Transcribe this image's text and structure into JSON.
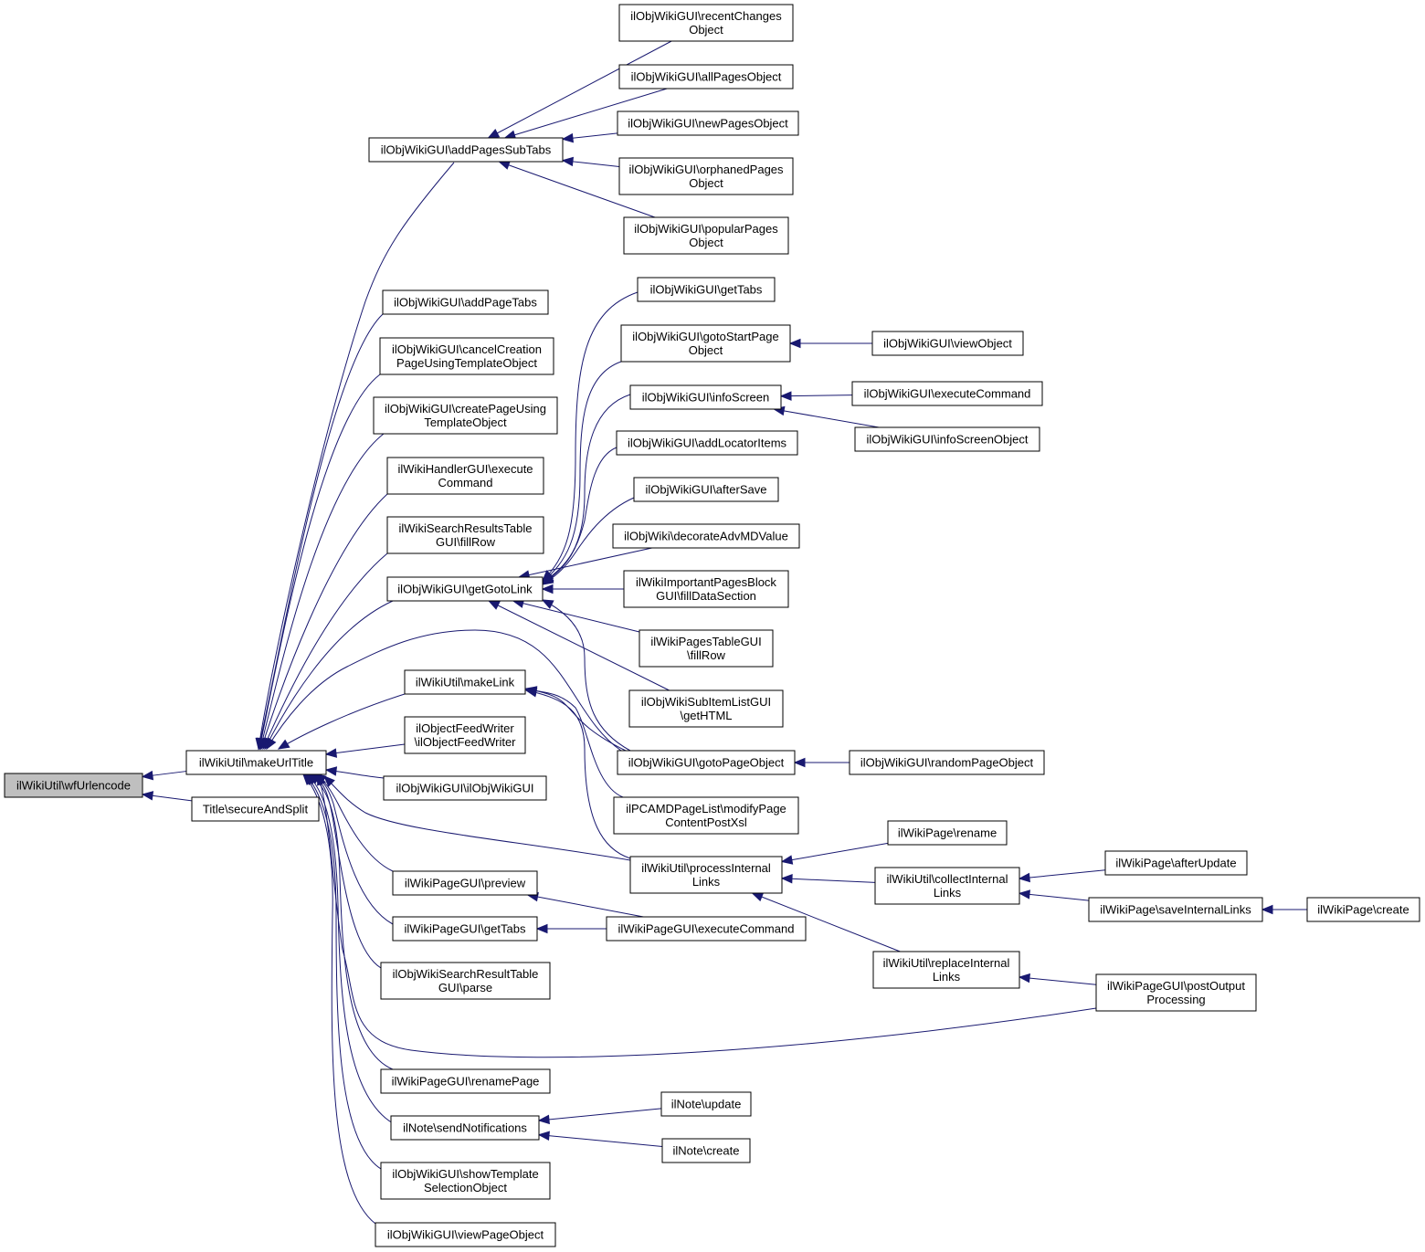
{
  "colors": {
    "edge": "#191970",
    "node_border": "#000000",
    "focus_fill": "#bfbfbf",
    "background": "#ffffff"
  },
  "nodes": [
    {
      "id": "n_wfurlencode",
      "lines": [
        "ilWikiUtil\\wfUrlencode"
      ],
      "focus": true
    },
    {
      "id": "n_makeurltitle",
      "lines": [
        "ilWikiUtil\\makeUrlTitle"
      ]
    },
    {
      "id": "n_secureandsplit",
      "lines": [
        "Title\\secureAndSplit"
      ]
    },
    {
      "id": "n_addpagessubtabs",
      "lines": [
        "ilObjWikiGUI\\addPagesSubTabs"
      ]
    },
    {
      "id": "n_recentchanges",
      "lines": [
        "ilObjWikiGUI\\recentChanges",
        "Object"
      ]
    },
    {
      "id": "n_allpages",
      "lines": [
        "ilObjWikiGUI\\allPagesObject"
      ]
    },
    {
      "id": "n_newpages",
      "lines": [
        "ilObjWikiGUI\\newPagesObject"
      ]
    },
    {
      "id": "n_orphanedpages",
      "lines": [
        "ilObjWikiGUI\\orphanedPages",
        "Object"
      ]
    },
    {
      "id": "n_popularpages",
      "lines": [
        "ilObjWikiGUI\\popularPages",
        "Object"
      ]
    },
    {
      "id": "n_addpagetabs",
      "lines": [
        "ilObjWikiGUI\\addPageTabs"
      ]
    },
    {
      "id": "n_cancelcreation",
      "lines": [
        "ilObjWikiGUI\\cancelCreation",
        "PageUsingTemplateObject"
      ]
    },
    {
      "id": "n_createpageusing",
      "lines": [
        "ilObjWikiGUI\\createPageUsing",
        "TemplateObject"
      ]
    },
    {
      "id": "n_wikihandlerexec",
      "lines": [
        "ilWikiHandlerGUI\\execute",
        "Command"
      ]
    },
    {
      "id": "n_searchresultsfillrow",
      "lines": [
        "ilWikiSearchResultsTable",
        "GUI\\fillRow"
      ]
    },
    {
      "id": "n_getgotolink",
      "lines": [
        "ilObjWikiGUI\\getGotoLink"
      ]
    },
    {
      "id": "n_gettabs_obj",
      "lines": [
        "ilObjWikiGUI\\getTabs"
      ]
    },
    {
      "id": "n_gotostartpage",
      "lines": [
        "ilObjWikiGUI\\gotoStartPage",
        "Object"
      ]
    },
    {
      "id": "n_viewobject",
      "lines": [
        "ilObjWikiGUI\\viewObject"
      ]
    },
    {
      "id": "n_infoscreen",
      "lines": [
        "ilObjWikiGUI\\infoScreen"
      ]
    },
    {
      "id": "n_executecommand_obj",
      "lines": [
        "ilObjWikiGUI\\executeCommand"
      ]
    },
    {
      "id": "n_infoscreenobject",
      "lines": [
        "ilObjWikiGUI\\infoScreenObject"
      ]
    },
    {
      "id": "n_addlocatoritems",
      "lines": [
        "ilObjWikiGUI\\addLocatorItems"
      ]
    },
    {
      "id": "n_aftersave",
      "lines": [
        "ilObjWikiGUI\\afterSave"
      ]
    },
    {
      "id": "n_decorateadvmd",
      "lines": [
        "ilObjWiki\\decorateAdvMDValue"
      ]
    },
    {
      "id": "n_importantpages",
      "lines": [
        "ilWikiImportantPagesBlock",
        "GUI\\fillDataSection"
      ]
    },
    {
      "id": "n_pagestablefillrow",
      "lines": [
        "ilWikiPagesTableGUI",
        "\\fillRow"
      ]
    },
    {
      "id": "n_subitemlist",
      "lines": [
        "ilObjWikiSubItemListGUI",
        "\\getHTML"
      ]
    },
    {
      "id": "n_makelink",
      "lines": [
        "ilWikiUtil\\makeLink"
      ]
    },
    {
      "id": "n_gotopageobject",
      "lines": [
        "ilObjWikiGUI\\gotoPageObject"
      ]
    },
    {
      "id": "n_randompage",
      "lines": [
        "ilObjWikiGUI\\randomPageObject"
      ]
    },
    {
      "id": "n_objectfeedwriter",
      "lines": [
        "ilObjectFeedWriter",
        "\\ilObjectFeedWriter"
      ]
    },
    {
      "id": "n_pcamdpagelist",
      "lines": [
        "ilPCAMDPageList\\modifyPage",
        "ContentPostXsl"
      ]
    },
    {
      "id": "n_ilobjwikigui",
      "lines": [
        "ilObjWikiGUI\\ilObjWikiGUI"
      ]
    },
    {
      "id": "n_processinternal",
      "lines": [
        "ilWikiUtil\\processInternal",
        "Links"
      ]
    },
    {
      "id": "n_wikipagerename",
      "lines": [
        "ilWikiPage\\rename"
      ]
    },
    {
      "id": "n_collectinternal",
      "lines": [
        "ilWikiUtil\\collectInternal",
        "Links"
      ]
    },
    {
      "id": "n_afterupdate",
      "lines": [
        "ilWikiPage\\afterUpdate"
      ]
    },
    {
      "id": "n_saveinternallinks",
      "lines": [
        "ilWikiPage\\saveInternalLinks"
      ]
    },
    {
      "id": "n_wikipagecreate",
      "lines": [
        "ilWikiPage\\create"
      ]
    },
    {
      "id": "n_preview",
      "lines": [
        "ilWikiPageGUI\\preview"
      ]
    },
    {
      "id": "n_gettabs_page",
      "lines": [
        "ilWikiPageGUI\\getTabs"
      ]
    },
    {
      "id": "n_executecommand_page",
      "lines": [
        "ilWikiPageGUI\\executeCommand"
      ]
    },
    {
      "id": "n_replaceinternal",
      "lines": [
        "ilWikiUtil\\replaceInternal",
        "Links"
      ]
    },
    {
      "id": "n_postoutput",
      "lines": [
        "ilWikiPageGUI\\postOutput",
        "Processing"
      ]
    },
    {
      "id": "n_searchresultparse",
      "lines": [
        "ilObjWikiSearchResultTable",
        "GUI\\parse"
      ]
    },
    {
      "id": "n_renamepage",
      "lines": [
        "ilWikiPageGUI\\renamePage"
      ]
    },
    {
      "id": "n_sendnotifications",
      "lines": [
        "ilNote\\sendNotifications"
      ]
    },
    {
      "id": "n_noteupdate",
      "lines": [
        "ilNote\\update"
      ]
    },
    {
      "id": "n_notecreate",
      "lines": [
        "ilNote\\create"
      ]
    },
    {
      "id": "n_showtemplate",
      "lines": [
        "ilObjWikiGUI\\showTemplate",
        "SelectionObject"
      ]
    },
    {
      "id": "n_viewpageobject",
      "lines": [
        "ilObjWikiGUI\\viewPageObject"
      ]
    }
  ],
  "edges": [
    [
      "n_makeurltitle",
      "n_wfurlencode"
    ],
    [
      "n_secureandsplit",
      "n_wfurlencode"
    ],
    [
      "n_addpagessubtabs",
      "n_makeurltitle"
    ],
    [
      "n_recentchanges",
      "n_addpagessubtabs"
    ],
    [
      "n_allpages",
      "n_addpagessubtabs"
    ],
    [
      "n_newpages",
      "n_addpagessubtabs"
    ],
    [
      "n_orphanedpages",
      "n_addpagessubtabs"
    ],
    [
      "n_popularpages",
      "n_addpagessubtabs"
    ],
    [
      "n_addpagetabs",
      "n_makeurltitle"
    ],
    [
      "n_cancelcreation",
      "n_makeurltitle"
    ],
    [
      "n_createpageusing",
      "n_makeurltitle"
    ],
    [
      "n_wikihandlerexec",
      "n_makeurltitle"
    ],
    [
      "n_searchresultsfillrow",
      "n_makeurltitle"
    ],
    [
      "n_getgotolink",
      "n_makeurltitle"
    ],
    [
      "n_gettabs_obj",
      "n_getgotolink"
    ],
    [
      "n_gotostartpage",
      "n_getgotolink"
    ],
    [
      "n_viewobject",
      "n_gotostartpage"
    ],
    [
      "n_infoscreen",
      "n_getgotolink"
    ],
    [
      "n_executecommand_obj",
      "n_infoscreen"
    ],
    [
      "n_infoscreenobject",
      "n_infoscreen"
    ],
    [
      "n_addlocatoritems",
      "n_getgotolink"
    ],
    [
      "n_aftersave",
      "n_getgotolink"
    ],
    [
      "n_decorateadvmd",
      "n_getgotolink"
    ],
    [
      "n_importantpages",
      "n_getgotolink"
    ],
    [
      "n_pagestablefillrow",
      "n_getgotolink"
    ],
    [
      "n_subitemlist",
      "n_getgotolink"
    ],
    [
      "n_gotopageobject",
      "n_getgotolink"
    ],
    [
      "n_gotopageobject",
      "n_makeurltitle"
    ],
    [
      "n_randompage",
      "n_gotopageobject"
    ],
    [
      "n_makelink",
      "n_makeurltitle"
    ],
    [
      "n_gotopageobject",
      "n_makelink"
    ],
    [
      "n_pcamdpagelist",
      "n_makelink"
    ],
    [
      "n_processinternal",
      "n_makelink"
    ],
    [
      "n_objectfeedwriter",
      "n_makeurltitle"
    ],
    [
      "n_ilobjwikigui",
      "n_makeurltitle"
    ],
    [
      "n_processinternal",
      "n_makeurltitle"
    ],
    [
      "n_wikipagerename",
      "n_processinternal"
    ],
    [
      "n_collectinternal",
      "n_processinternal"
    ],
    [
      "n_afterupdate",
      "n_collectinternal"
    ],
    [
      "n_saveinternallinks",
      "n_collectinternal"
    ],
    [
      "n_wikipagecreate",
      "n_saveinternallinks"
    ],
    [
      "n_replaceinternal",
      "n_processinternal"
    ],
    [
      "n_postoutput",
      "n_replaceinternal"
    ],
    [
      "n_preview",
      "n_makeurltitle"
    ],
    [
      "n_executecommand_page",
      "n_preview"
    ],
    [
      "n_gettabs_page",
      "n_makeurltitle"
    ],
    [
      "n_executecommand_page",
      "n_gettabs_page"
    ],
    [
      "n_postoutput",
      "n_makeurltitle"
    ],
    [
      "n_searchresultparse",
      "n_makeurltitle"
    ],
    [
      "n_renamepage",
      "n_makeurltitle"
    ],
    [
      "n_sendnotifications",
      "n_makeurltitle"
    ],
    [
      "n_noteupdate",
      "n_sendnotifications"
    ],
    [
      "n_notecreate",
      "n_sendnotifications"
    ],
    [
      "n_showtemplate",
      "n_makeurltitle"
    ],
    [
      "n_viewpageobject",
      "n_makeurltitle"
    ]
  ]
}
